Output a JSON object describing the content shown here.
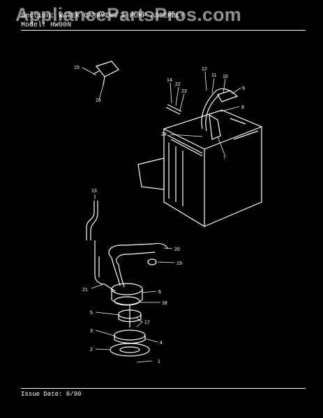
{
  "header": {
    "section_line": "Section: WATER CARRYING & PUMP ASSEMBLY",
    "model_line": "Model: HW00N"
  },
  "watermark": "AppliancePartsPros.com",
  "footer": {
    "issue_date": "Issue Date: 8/90"
  },
  "callouts": [
    "1",
    "2",
    "3",
    "4",
    "5",
    "6",
    "7",
    "8",
    "9",
    "10",
    "11",
    "12",
    "13",
    "14",
    "15",
    "16",
    "17",
    "18",
    "19",
    "20",
    "21",
    "22",
    "23",
    "24"
  ]
}
